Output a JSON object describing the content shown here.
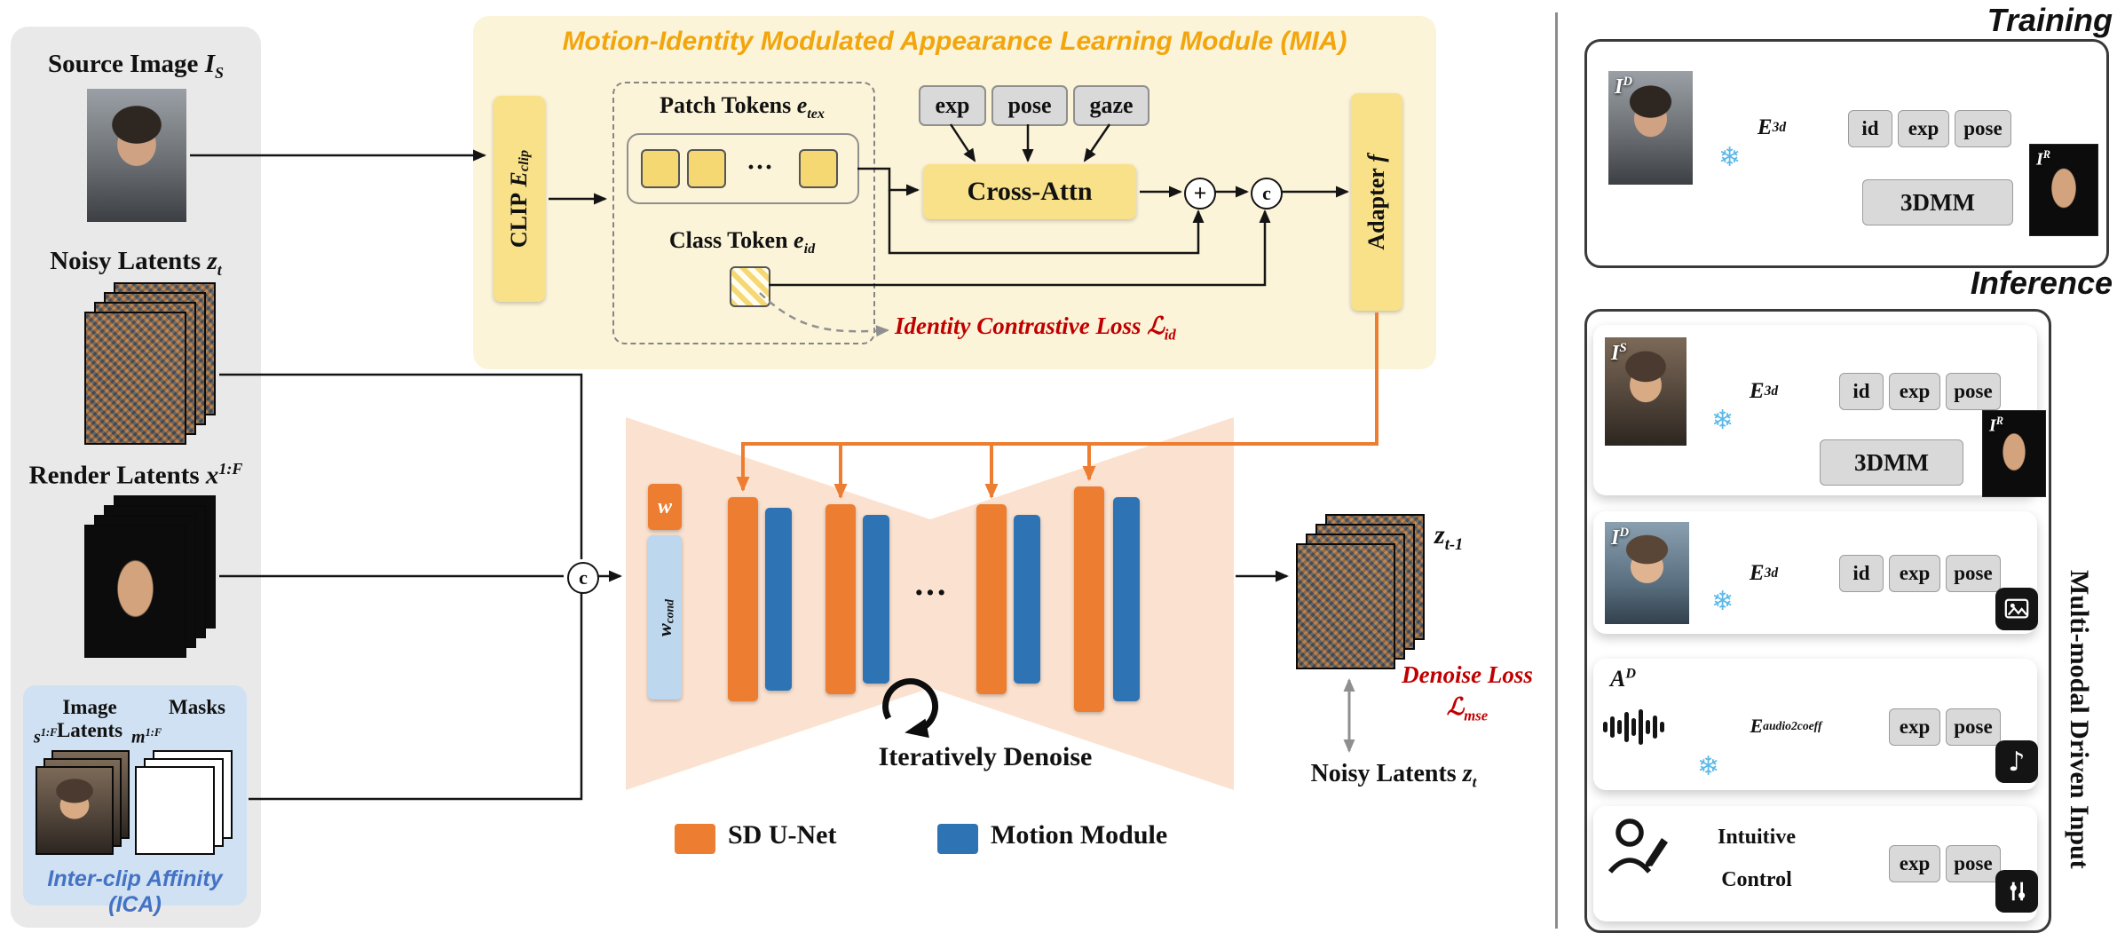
{
  "colors": {
    "sd_unet_orange": "#ED7D31",
    "motion_module_blue": "#2E74B5",
    "mia_panel_yellow": "#FCF4D8",
    "mia_box_yellow": "#F9E18A",
    "unet_background_peach": "#FBE2D0",
    "w_cond_blue": "#BDD7EE",
    "ica_panel_blue": "#CFE1F3",
    "ica_text_blue": "#4472C4",
    "gray_box": "#D9D9D9",
    "loss_red": "#C00000",
    "mia_title_gold": "#F2A50C",
    "snowflake_blue": "#5BB8E8"
  },
  "left": {
    "source_image": {
      "label": "Source Image",
      "var": "I",
      "sub": "S"
    },
    "noisy_latents": {
      "label": "Noisy Latents",
      "var": "z",
      "sub": "t"
    },
    "render_latents": {
      "label": "Render Latents",
      "var": "x",
      "sup": "1:F"
    },
    "ica": {
      "image_latents_label": "Image Latents",
      "masks_label": "Masks",
      "s": {
        "var": "s",
        "sup": "1:F"
      },
      "m": {
        "var": "m",
        "sup": "1:F"
      },
      "caption": "Inter-clip Affinity (ICA)"
    }
  },
  "mia": {
    "title": "Motion-Identity Modulated Appearance Learning Module (MIA)",
    "clip_encoder": {
      "label": "CLIP",
      "var": "E",
      "sub": "clip"
    },
    "patch_tokens": {
      "label": "Patch Tokens",
      "var": "e",
      "sub": "tex"
    },
    "class_token": {
      "label": "Class Token",
      "var": "e",
      "sub": "id"
    },
    "token_dots": "···",
    "motion_coeffs": [
      "exp",
      "pose",
      "gaze"
    ],
    "cross_attn": "Cross-Attn",
    "plus_op": "+",
    "concat_op": "c",
    "adapter": {
      "label": "Adapter",
      "var": "f"
    },
    "identity_loss": {
      "label": "Identity Contrastive Loss",
      "var": "ℒ",
      "sub": "id"
    }
  },
  "unet": {
    "w": "w",
    "w_cond": {
      "var": "w",
      "sub": "cond"
    },
    "dots": "···",
    "concat_op": "c",
    "iteratively_denoise": "Iteratively Denoise",
    "z_prev": {
      "var": "z",
      "sub": "t-1"
    },
    "denoise_loss": {
      "label": "Denoise Loss",
      "var": "ℒ",
      "sub": "mse"
    },
    "noisy_latents_out": {
      "label": "Noisy Latents",
      "var": "z",
      "sub": "t"
    },
    "legend": {
      "sd_unet": "SD U-Net",
      "motion_module": "Motion Module"
    }
  },
  "right": {
    "training_title": "Training",
    "inference_title": "Inference",
    "snowflake_icon": "❄",
    "music_note_icon": "♪",
    "training": {
      "input": {
        "var": "I",
        "sup": "D"
      },
      "encoder": {
        "var": "E",
        "sub": "3d"
      },
      "coeffs": [
        "id",
        "exp",
        "pose"
      ],
      "tdmm": "3DMM",
      "output": {
        "var": "I",
        "sup": "R"
      }
    },
    "inference": {
      "source_row": {
        "input": {
          "var": "I",
          "sup": "S"
        },
        "encoder": {
          "var": "E",
          "sub": "3d"
        },
        "coeffs": [
          "id",
          "exp",
          "pose"
        ],
        "tdmm": "3DMM",
        "output": {
          "var": "I",
          "sup": "R"
        }
      },
      "video_row": {
        "input": {
          "var": "I",
          "sup": "D"
        },
        "encoder": {
          "var": "E",
          "sub": "3d"
        },
        "coeffs": [
          "id",
          "exp",
          "pose"
        ]
      },
      "audio_row": {
        "input": {
          "var": "A",
          "sup": "D"
        },
        "encoder": {
          "var": "E",
          "sub": "audio2coeff"
        },
        "coeffs": [
          "exp",
          "pose"
        ]
      },
      "control_row": {
        "label_top": "Intuitive",
        "label_bottom": "Control",
        "coeffs": [
          "exp",
          "pose"
        ]
      }
    },
    "sidebar_caption": "Multi-modal Driven Input"
  }
}
